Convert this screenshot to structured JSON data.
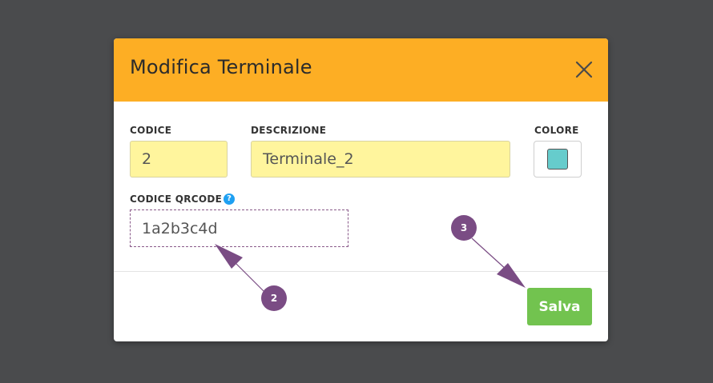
{
  "modal": {
    "title": "Modifica Terminale",
    "fields": {
      "codice": {
        "label": "CODICE",
        "value": "2"
      },
      "descrizione": {
        "label": "DESCRIZIONE",
        "value": "Terminale_2"
      },
      "colore": {
        "label": "COLORE",
        "value": "#66cccc"
      },
      "qrcode": {
        "label": "CODICE QRCODE",
        "value": "1a2b3c4d",
        "help": "?"
      }
    },
    "save_label": "Salva"
  },
  "annotations": {
    "badge_2": "2",
    "badge_3": "3"
  },
  "colors": {
    "header": "#fdae24",
    "field_bg": "#fff59d",
    "save_button": "#72c34f",
    "badge": "#7a4c84",
    "help_icon": "#1ea0f2",
    "backdrop": "#4a4b4d"
  },
  "icons": {
    "close": "close-icon",
    "help": "help-icon"
  }
}
